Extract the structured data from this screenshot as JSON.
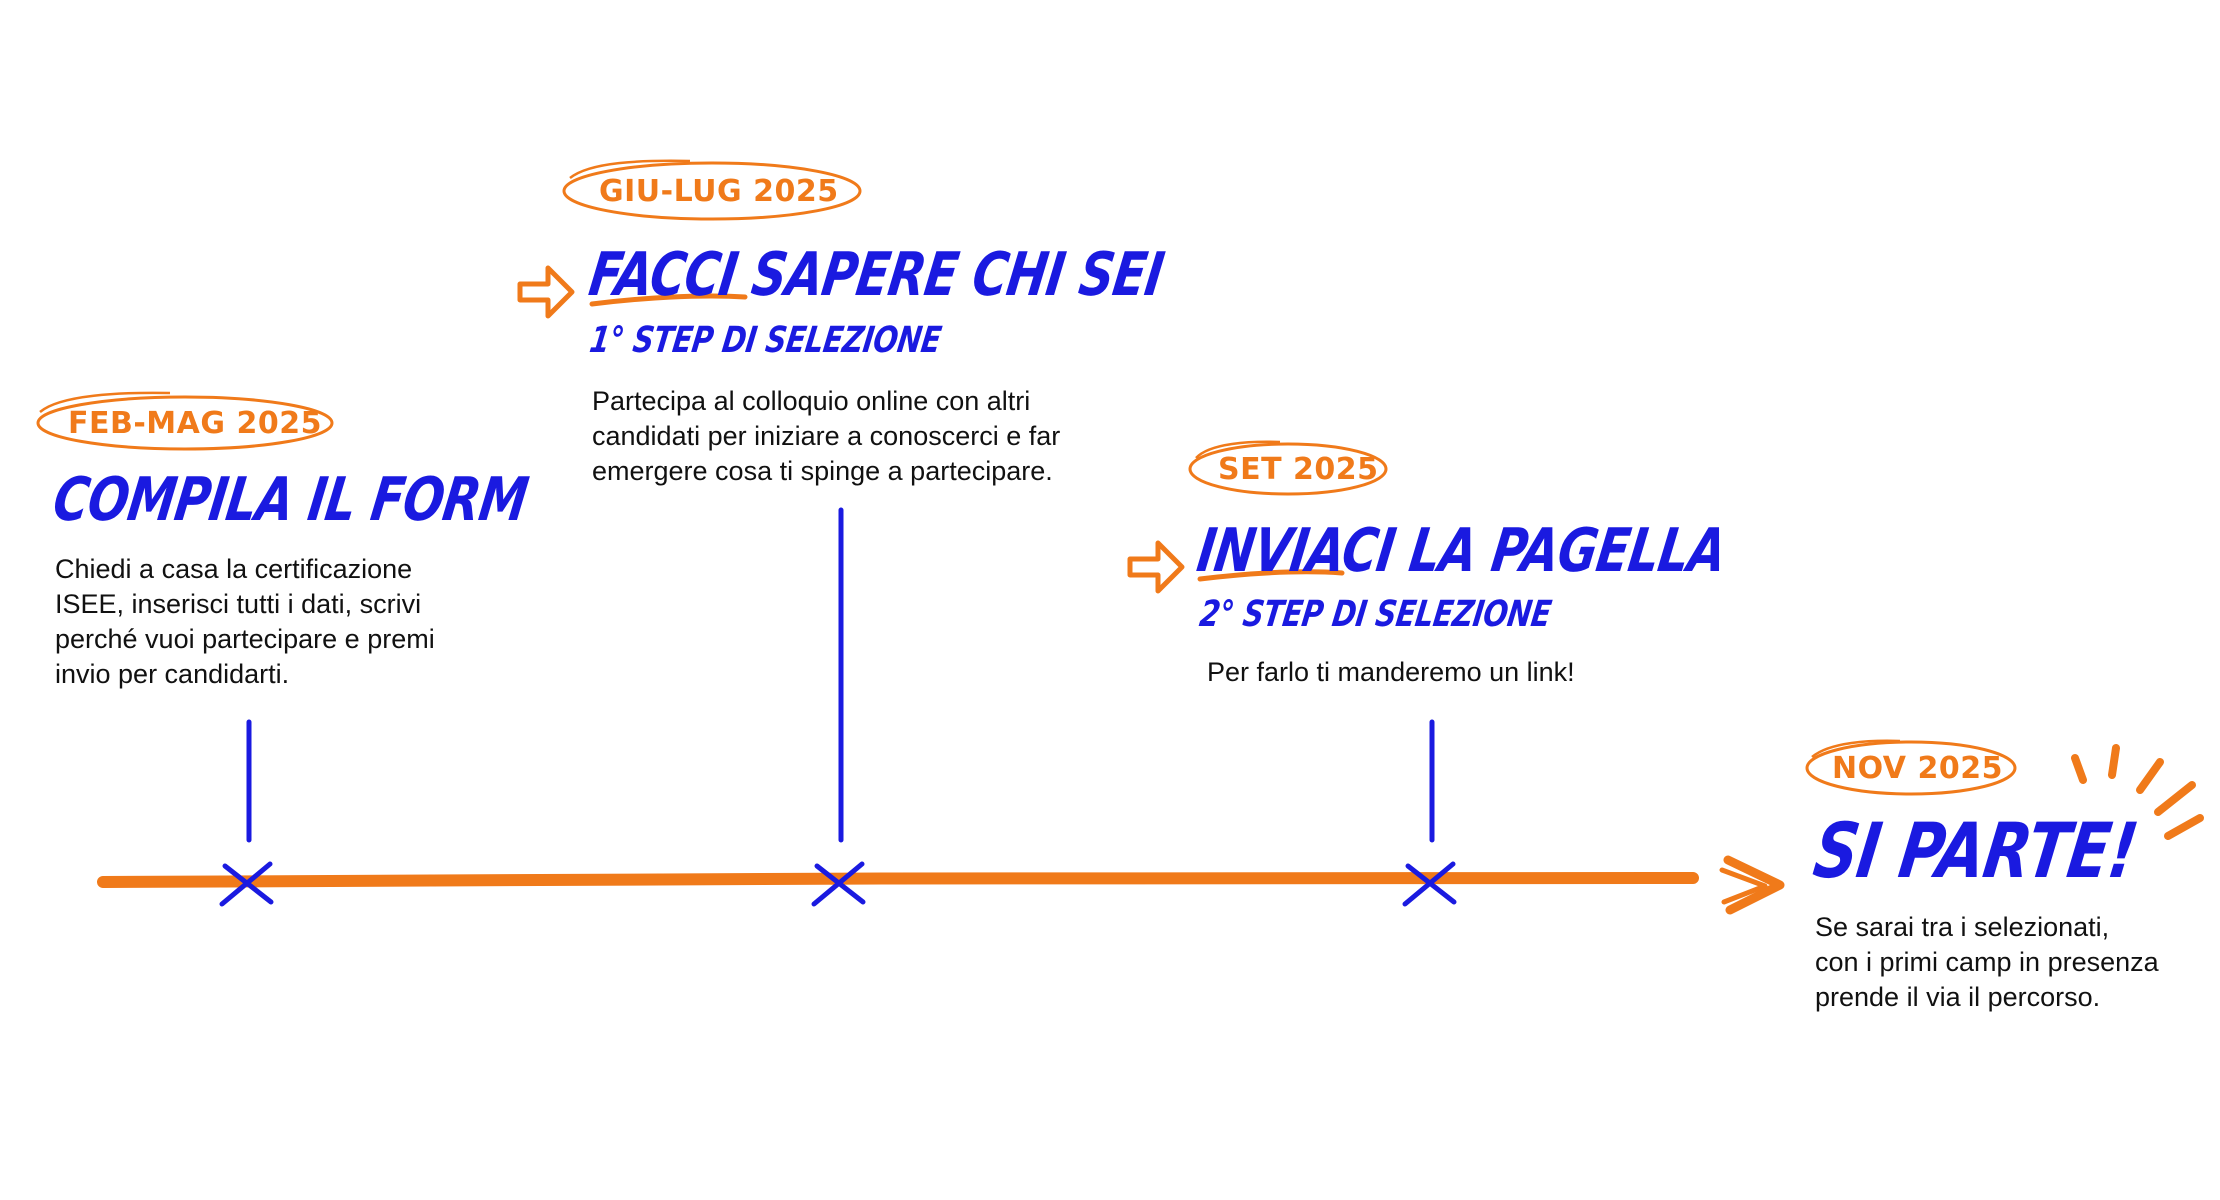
{
  "colors": {
    "orange": "#F07A1A",
    "blue": "#1A1AE0",
    "text": "#111111"
  },
  "steps": [
    {
      "date": "FEB-MAG 2025",
      "title": "COMPILA IL FORM",
      "subtitle": "",
      "lines": [
        "Chiedi a casa la certificazione",
        "ISEE, inserisci tutti i dati, scrivi",
        "perché vuoi partecipare e premi",
        "invio per candidarti."
      ]
    },
    {
      "date": "GIU-LUG 2025",
      "title": "FACCI SAPERE CHI SEI",
      "subtitle": "1° STEP DI SELEZIONE",
      "lines": [
        "Partecipa al colloquio online con altri",
        "candidati per iniziare a conoscerci e far",
        "emergere cosa ti spinge a partecipare."
      ]
    },
    {
      "date": "SET 2025",
      "title": "INVIACI LA PAGELLA",
      "subtitle": "2° STEP DI SELEZIONE",
      "lines": [
        "Per farlo ti manderemo un link!"
      ]
    },
    {
      "date": "NOV 2025",
      "title": "SI PARTE!",
      "subtitle": "",
      "lines": [
        "Se sarai tra i selezionati,",
        "con i primi camp in presenza",
        "prende il via il percorso."
      ]
    }
  ]
}
